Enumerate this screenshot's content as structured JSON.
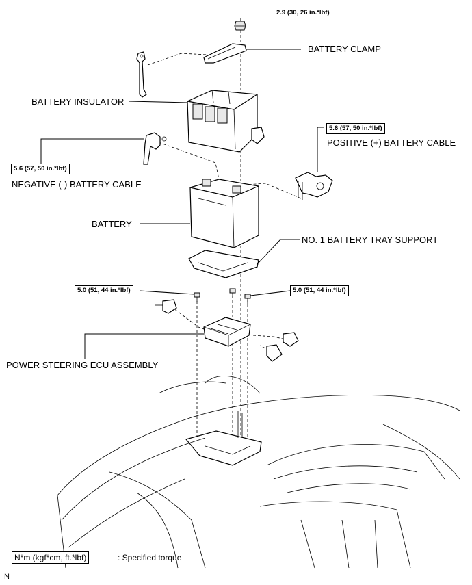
{
  "labels": {
    "battery_clamp": "BATTERY CLAMP",
    "battery_insulator": "BATTERY INSULATOR",
    "positive_cable": "POSITIVE (+) BATTERY CABLE",
    "negative_cable": "NEGATIVE (-) BATTERY CABLE",
    "battery": "BATTERY",
    "tray_support": "NO. 1 BATTERY TRAY SUPPORT",
    "ecu_assembly": "POWER STEERING ECU ASSEMBLY"
  },
  "torques": {
    "clamp_nut": "2.9 (30, 26 in.*lbf)",
    "positive_terminal": "5.6 (57, 50 in.*lbf)",
    "negative_terminal": "5.6 (57, 50 in.*lbf)",
    "ecu_left_bolt": "5.0 (51, 44 in.*lbf)",
    "ecu_right_bolts": "5.0 (51, 44 in.*lbf)"
  },
  "legend": {
    "unit_box": "N*m (kgf*cm, ft.*lbf)",
    "description": ": Specified torque"
  },
  "footer_mark": "N"
}
